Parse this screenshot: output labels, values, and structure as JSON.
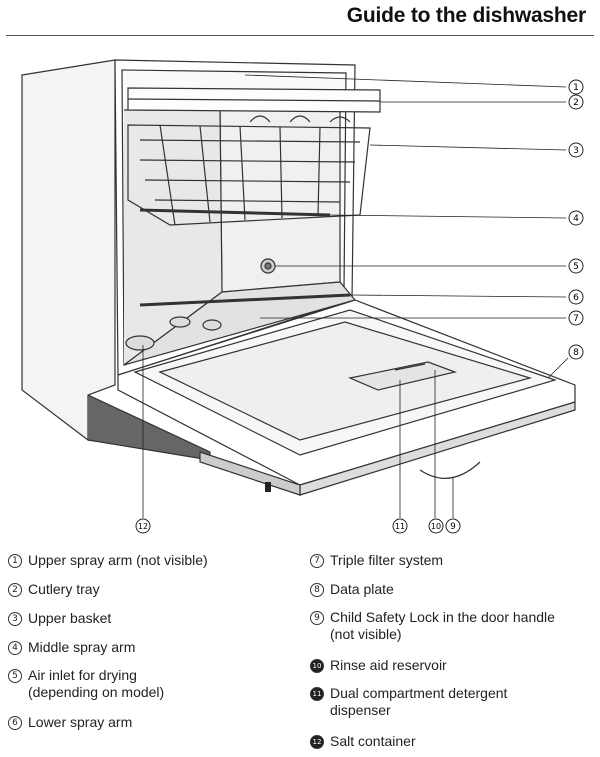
{
  "header": {
    "title": "Guide to the dishwasher"
  },
  "callouts": [
    "1",
    "2",
    "3",
    "4",
    "5",
    "6",
    "7",
    "8",
    "9",
    "10",
    "11",
    "12"
  ],
  "legend": {
    "left": [
      {
        "num": "1",
        "text": "Upper spray arm (not visible)"
      },
      {
        "num": "2",
        "text": "Cutlery tray"
      },
      {
        "num": "3",
        "text": "Upper basket"
      },
      {
        "num": "4",
        "text": "Middle spray arm"
      },
      {
        "num": "5",
        "text": "Air inlet for drying",
        "text2": "(depending on model)"
      },
      {
        "num": "6",
        "text": "Lower spray arm"
      }
    ],
    "right": [
      {
        "num": "7",
        "text": "Triple filter system"
      },
      {
        "num": "8",
        "text": "Data plate"
      },
      {
        "num": "9",
        "text": "Child Safety Lock in the door handle",
        "text2": "(not visible)"
      },
      {
        "num": "10",
        "text": "Rinse aid reservoir"
      },
      {
        "num": "11",
        "text": "Dual compartment detergent",
        "text2": "dispenser"
      },
      {
        "num": "12",
        "text": "Salt container"
      }
    ]
  }
}
